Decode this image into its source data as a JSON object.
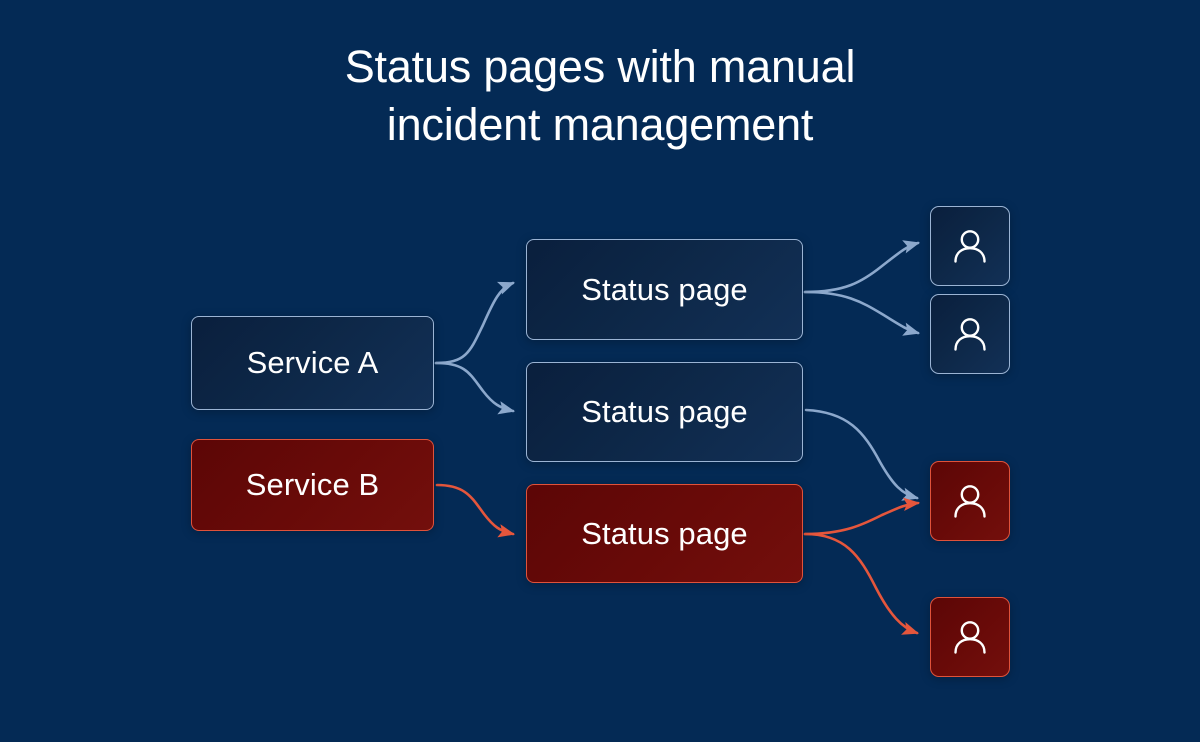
{
  "page": {
    "title": "Status pages with manual\nincident management",
    "background_color": "#042a55"
  },
  "colors": {
    "background": "#042a55",
    "blue_border": "#9bb4d4",
    "blue_fill_start": "#0a1f3d",
    "blue_fill_end": "#123056",
    "red_border": "#e0523a",
    "red_fill_start": "#5c0606",
    "red_fill_end": "#730f0c",
    "blue_arrow": "#8ca8cc",
    "red_arrow": "#e5563c",
    "text": "#ffffff"
  },
  "diagram": {
    "type": "flow",
    "services": [
      {
        "id": "service-a",
        "label": "Service A",
        "state": "healthy",
        "color": "blue"
      },
      {
        "id": "service-b",
        "label": "Service B",
        "state": "incident",
        "color": "red"
      }
    ],
    "status_pages": [
      {
        "id": "status-page-1",
        "label": "Status page",
        "state": "healthy",
        "color": "blue"
      },
      {
        "id": "status-page-2",
        "label": "Status page",
        "state": "healthy",
        "color": "blue"
      },
      {
        "id": "status-page-3",
        "label": "Status page",
        "state": "incident",
        "color": "red"
      }
    ],
    "subscribers": [
      {
        "id": "user-1",
        "icon": "person-icon",
        "state": "healthy",
        "color": "blue"
      },
      {
        "id": "user-2",
        "icon": "person-icon",
        "state": "healthy",
        "color": "blue"
      },
      {
        "id": "user-3",
        "icon": "person-icon",
        "state": "incident",
        "color": "red"
      },
      {
        "id": "user-4",
        "icon": "person-icon",
        "state": "incident",
        "color": "red"
      }
    ],
    "connections": [
      {
        "from": "service-a",
        "to": "status-page-1",
        "color": "blue"
      },
      {
        "from": "service-a",
        "to": "status-page-2",
        "color": "blue"
      },
      {
        "from": "service-b",
        "to": "status-page-3",
        "color": "red"
      },
      {
        "from": "status-page-1",
        "to": "user-1",
        "color": "blue"
      },
      {
        "from": "status-page-1",
        "to": "user-2",
        "color": "blue"
      },
      {
        "from": "status-page-2",
        "to": "user-3",
        "color": "blue"
      },
      {
        "from": "status-page-3",
        "to": "user-3",
        "color": "red"
      },
      {
        "from": "status-page-3",
        "to": "user-4",
        "color": "red"
      }
    ]
  }
}
